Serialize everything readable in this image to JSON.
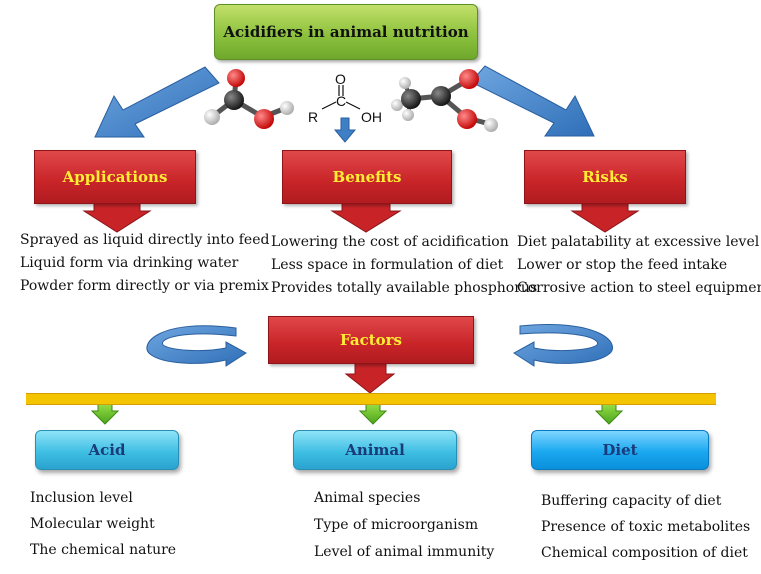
{
  "title": "Acidifiers in animal nutrition",
  "formula": {
    "r": "R",
    "o": "O",
    "c": "C",
    "oh": "OH"
  },
  "branches": [
    {
      "label": "Applications",
      "items": [
        "Sprayed as liquid directly into feed",
        "Liquid form via drinking water",
        "Powder form directly  or via premix"
      ]
    },
    {
      "label": "Benefits",
      "items": [
        "Lowering the cost of acidification",
        "Less space in formulation of diet",
        "Provides totally available phosphorus"
      ]
    },
    {
      "label": "Risks",
      "items": [
        "Diet palatability at excessive level",
        "Lower or stop the feed intake",
        "Corrosive action to steel equipment"
      ]
    }
  ],
  "factors": {
    "label": "Factors",
    "groups": [
      {
        "label": "Acid",
        "items": [
          "Inclusion level",
          "Molecular weight",
          "The chemical nature"
        ]
      },
      {
        "label": "Animal",
        "items": [
          "Animal species",
          "Type of microorganism",
          "Level of animal immunity"
        ]
      },
      {
        "label": "Diet",
        "items": [
          "Buffering capacity of diet",
          "Presence of toxic metabolites",
          "Chemical composition of diet"
        ]
      }
    ]
  },
  "colors": {
    "green_box": "#8dc23e",
    "red_box": "#c82428",
    "blue_arrow": "#3f7fc6",
    "yellow_bar": "#f5c400",
    "cyan_box": "#3fbfe3",
    "label_yellow": "#ffee33"
  }
}
